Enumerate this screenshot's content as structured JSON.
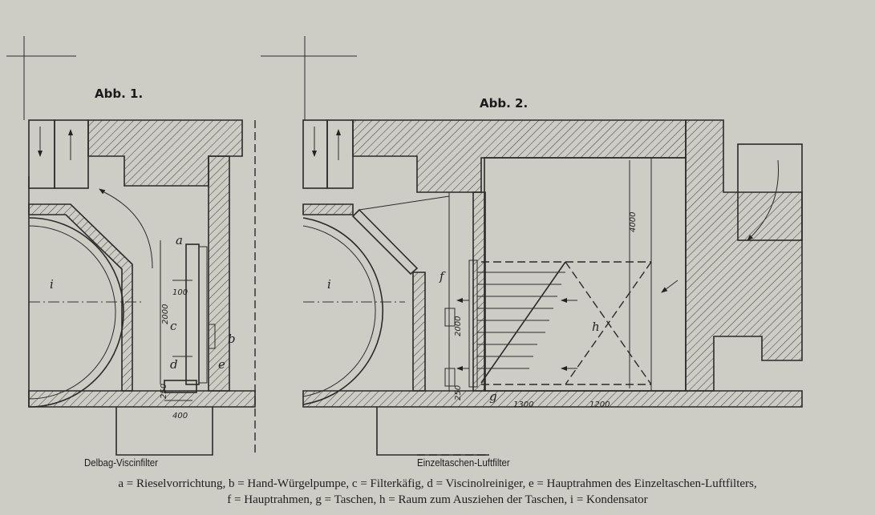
{
  "figures": {
    "fig1": {
      "label": "Abb. 1.",
      "caption": "Delbag-Viscinfilter"
    },
    "fig2": {
      "label": "Abb. 2.",
      "caption": "Einzeltaschen-Luftfilter"
    }
  },
  "part_labels": {
    "a": "a",
    "b": "b",
    "c": "c",
    "d": "d",
    "e": "e",
    "f": "f",
    "g": "g",
    "h": "h",
    "i": "i"
  },
  "dimensions": {
    "fig1": {
      "d100": "100",
      "d2000": "2000",
      "d250": "250",
      "d400": "400"
    },
    "fig2": {
      "d2000": "2000",
      "d250": "250",
      "d1300": "1300",
      "d1200": "1200",
      "d4000": "4000"
    }
  },
  "legend": {
    "line1": "a = Rieselvorrichtung, b = Hand-Würgelpumpe, c = Filterkäfig, d = Viscinolreiniger, e = Hauptrahmen des Einzeltaschen-Luftfilters,",
    "line2": "f = Hauptrahmen, g = Taschen, h = Raum zum Ausziehen der Taschen, i = Kondensator"
  }
}
